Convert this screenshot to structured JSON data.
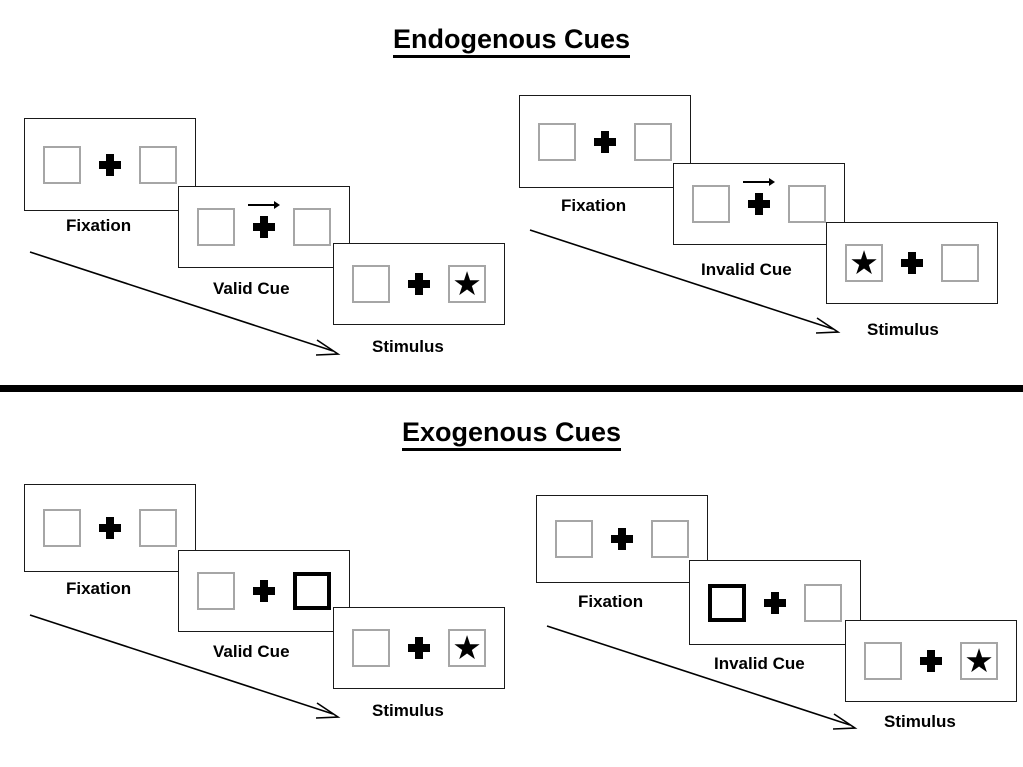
{
  "sections": [
    {
      "id": "endogenous",
      "title": "Endogenous Cues",
      "panels": [
        {
          "id": "endogenous-valid",
          "condition": "valid",
          "frames": [
            {
              "stage": "Fixation",
              "cue_type": "none",
              "left_box": "empty",
              "right_box": "empty",
              "arrow_direction": ""
            },
            {
              "stage": "Valid Cue",
              "cue_type": "arrow",
              "left_box": "empty",
              "right_box": "empty",
              "arrow_direction": "right"
            },
            {
              "stage": "Stimulus",
              "cue_type": "none",
              "left_box": "empty",
              "right_box": "star",
              "arrow_direction": ""
            }
          ]
        },
        {
          "id": "endogenous-invalid",
          "condition": "invalid",
          "frames": [
            {
              "stage": "Fixation",
              "cue_type": "none",
              "left_box": "empty",
              "right_box": "empty",
              "arrow_direction": ""
            },
            {
              "stage": "Invalid Cue",
              "cue_type": "arrow",
              "left_box": "empty",
              "right_box": "empty",
              "arrow_direction": "right"
            },
            {
              "stage": "Stimulus",
              "cue_type": "none",
              "left_box": "star",
              "right_box": "empty",
              "arrow_direction": ""
            }
          ]
        }
      ]
    },
    {
      "id": "exogenous",
      "title": "Exogenous Cues",
      "panels": [
        {
          "id": "exogenous-valid",
          "condition": "valid",
          "frames": [
            {
              "stage": "Fixation",
              "cue_type": "none",
              "left_box": "empty",
              "right_box": "empty",
              "arrow_direction": ""
            },
            {
              "stage": "Valid Cue",
              "cue_type": "highlight",
              "left_box": "empty",
              "right_box": "highlight",
              "arrow_direction": ""
            },
            {
              "stage": "Stimulus",
              "cue_type": "none",
              "left_box": "empty",
              "right_box": "star",
              "arrow_direction": ""
            }
          ]
        },
        {
          "id": "exogenous-invalid",
          "condition": "invalid",
          "frames": [
            {
              "stage": "Fixation",
              "cue_type": "none",
              "left_box": "empty",
              "right_box": "empty",
              "arrow_direction": ""
            },
            {
              "stage": "Invalid Cue",
              "cue_type": "highlight",
              "left_box": "highlight",
              "right_box": "empty",
              "arrow_direction": ""
            },
            {
              "stage": "Stimulus",
              "cue_type": "none",
              "left_box": "empty",
              "right_box": "star",
              "arrow_direction": ""
            }
          ]
        }
      ]
    }
  ],
  "glyphs": {
    "star": "★"
  },
  "colors": {
    "foreground": "#000000",
    "background": "#ffffff",
    "box_border": "#a6a6a6",
    "frame_border": "#1a1a1a",
    "highlight_border": "#000000"
  }
}
